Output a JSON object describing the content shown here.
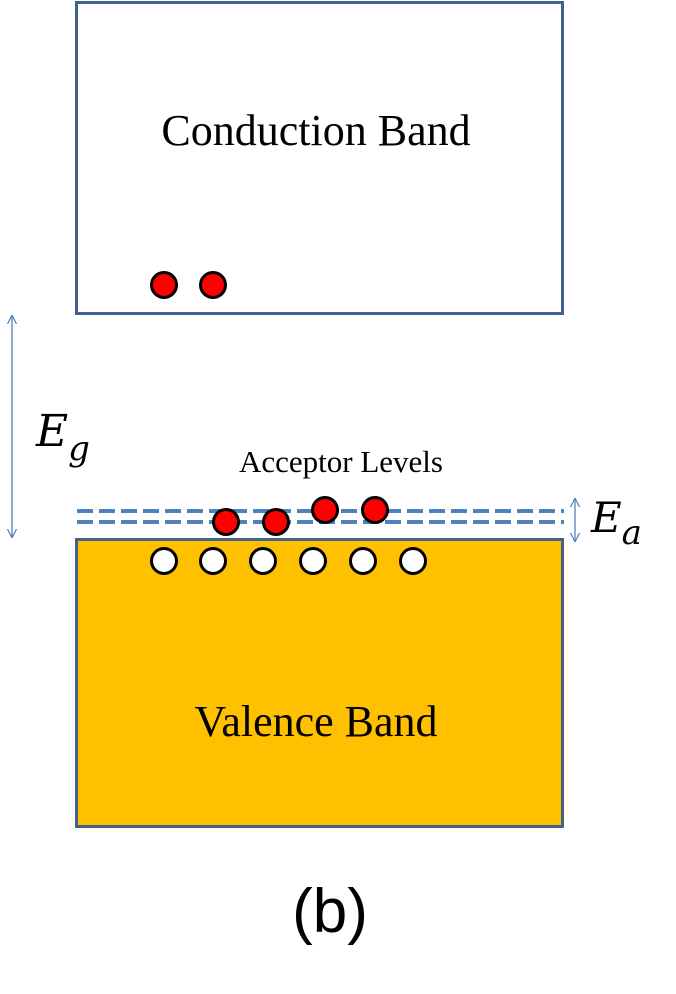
{
  "conduction_band": {
    "label": "Conduction Band",
    "electron_count": 2
  },
  "valence_band": {
    "label": "Valence Band",
    "fill_color": "#FFC000",
    "hole_count": 6
  },
  "acceptor_levels": {
    "label": "Acceptor Levels",
    "line_color": "#4F81BD",
    "electron_count": 4
  },
  "energy_gap": {
    "symbol": "E",
    "subscript": "g"
  },
  "acceptor_energy": {
    "symbol": "E",
    "subscript": "a"
  },
  "caption": "(b)",
  "colors": {
    "band_outline": "#41628F",
    "arrow": "#4F81BD",
    "electron": "#FF0000",
    "hole": "#FFFFFF"
  }
}
